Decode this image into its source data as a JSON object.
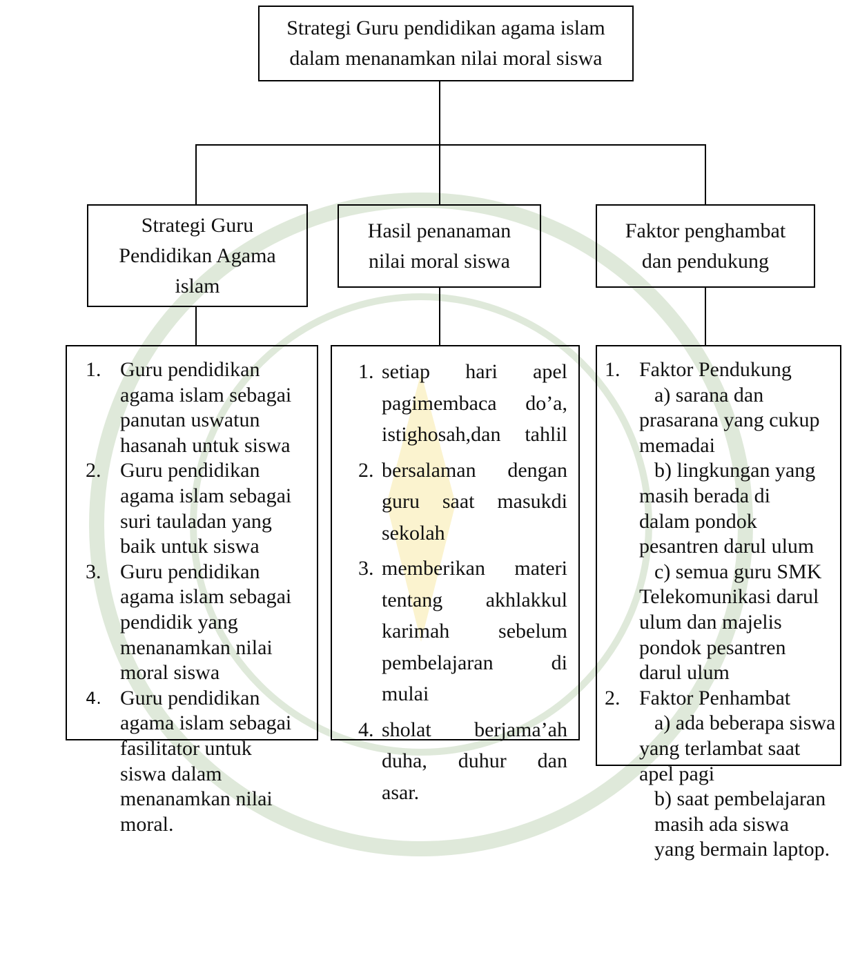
{
  "root": {
    "line1": "Strategi Guru pendidikan agama islam",
    "line2": "dalam menanamkan nilai moral siswa"
  },
  "branches": {
    "left": {
      "line1": "Strategi Guru",
      "line2": "Pendidikan Agama",
      "line3": "islam"
    },
    "middle": {
      "line1": "Hasil penanaman",
      "line2": "nilai moral siswa"
    },
    "right": {
      "line1": "Faktor penghambat",
      "line2": "dan pendukung"
    }
  },
  "left_list": [
    {
      "num": "1.",
      "lines": [
        "Guru pendidikan",
        "agama islam sebagai",
        "panutan uswatun",
        "hasanah untuk siswa"
      ]
    },
    {
      "num": "2.",
      "lines": [
        "Guru pendidikan",
        "agama islam sebagai",
        "suri tauladan yang",
        "baik untuk siswa"
      ]
    },
    {
      "num": "3.",
      "lines": [
        "Guru pendidikan",
        "agama islam sebagai",
        "pendidik yang",
        "menanamkan nilai",
        "moral siswa"
      ]
    },
    {
      "num": "4.",
      "lines": [
        "Guru pendidikan",
        "agama islam sebagai",
        "fasilitator untuk",
        "siswa dalam",
        "menanamkan nilai",
        "moral."
      ]
    }
  ],
  "middle_list": [
    {
      "num": "1.",
      "lines": [
        [
          "setiap",
          "hari",
          "apel"
        ],
        [
          "pagimembaca",
          "do’a,"
        ],
        [
          "istighosah,dan",
          "tahlil"
        ]
      ]
    },
    {
      "num": "2.",
      "lines": [
        [
          "bersalaman",
          "dengan"
        ],
        [
          "guru",
          "saat",
          "masukdi"
        ],
        [
          "sekolah"
        ]
      ]
    },
    {
      "num": "3.",
      "lines": [
        [
          "memberikan",
          "materi"
        ],
        [
          "tentang",
          "akhlakkul"
        ],
        [
          "karimah",
          "sebelum"
        ],
        [
          "pembelajaran",
          "di"
        ],
        [
          "mulai"
        ]
      ]
    },
    {
      "num": "4.",
      "lines": [
        [
          "sholat",
          "berjama’ah"
        ],
        [
          "duha,",
          "duhur",
          "dan"
        ],
        [
          "asar."
        ]
      ]
    }
  ],
  "right_list": [
    {
      "num": "1.",
      "heading": "Faktor Pendukung",
      "lines": [
        "a) sarana dan",
        "prasarana yang cukup",
        "memadai",
        "b) lingkungan yang",
        "masih berada di",
        "dalam pondok",
        "pesantren darul ulum",
        "c) semua guru SMK",
        "Telekomunikasi darul",
        "ulum dan majelis",
        "pondok pesantren",
        "darul ulum"
      ]
    },
    {
      "num": "2.",
      "heading": "Faktor Penhambat",
      "lines": [
        "a) ada beberapa siswa",
        "yang terlambat saat",
        "apel pagi",
        "b) saat pembelajaran",
        "masih ada siswa",
        "yang bermain laptop."
      ]
    }
  ]
}
